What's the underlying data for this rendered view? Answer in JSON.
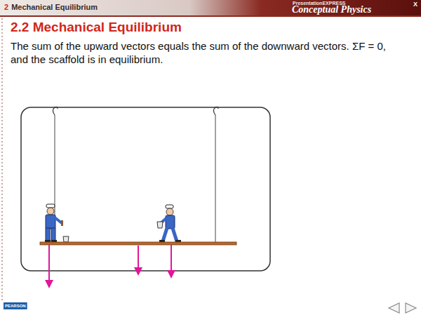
{
  "diagram": {
    "title": "2.2 Mechanical Equilibrium",
    "caption": "The sum of the upward vectors equals the sum of the downward vectors. ΣF = 0, and the scaffold is in equilibrium.",
    "labels": [
      "2",
      "Mechanical Equilibrium",
      "PresentationEXPRESS",
      "Conceptual Physics",
      "X",
      "PEARSON"
    ]
  }
}
